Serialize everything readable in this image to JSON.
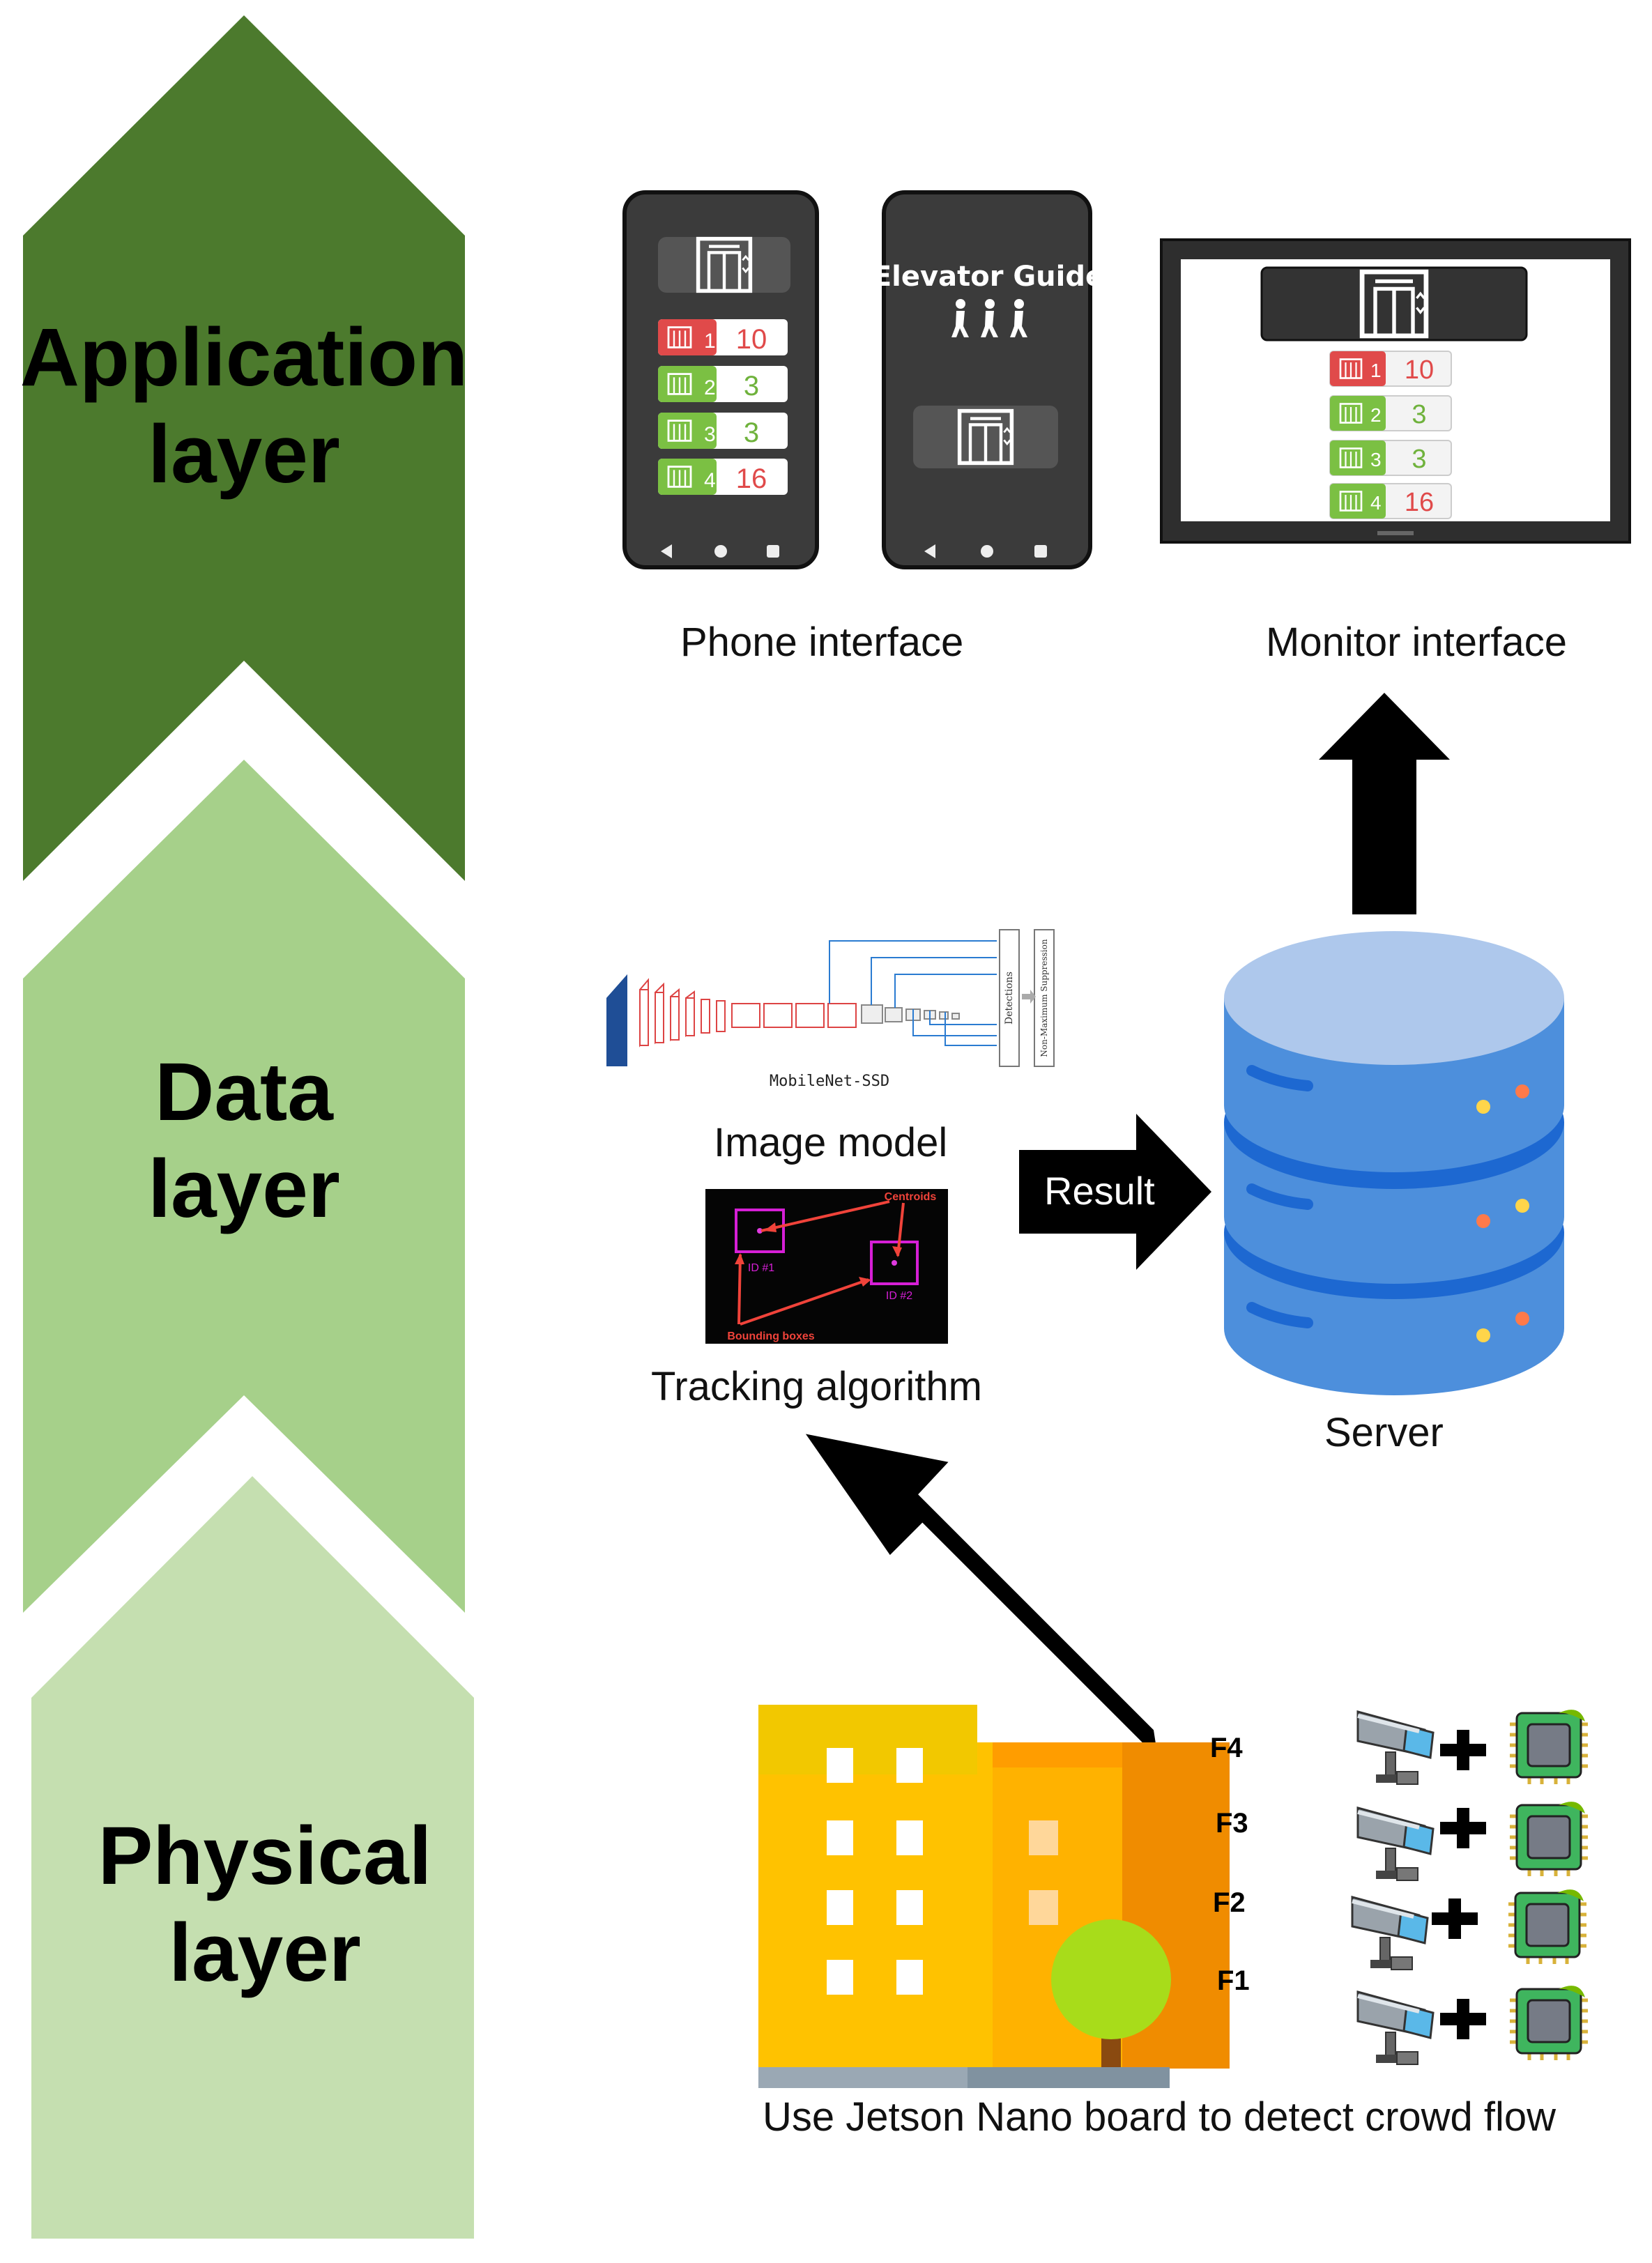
{
  "layers": {
    "application": {
      "line1": "Application",
      "line2": "layer"
    },
    "data": {
      "line1": "Data",
      "line2": "layer"
    },
    "physical": {
      "line1": "Physical",
      "line2": "layer"
    }
  },
  "captions": {
    "phone": "Phone interface",
    "monitor": "Monitor interface",
    "image_model": "Image model",
    "tracking": "Tracking algorithm",
    "server": "Server",
    "result": "Result",
    "jetson": "Use Jetson Nano board to detect crowd flow"
  },
  "phone_app": {
    "title": "Elevator Guide",
    "rows": [
      {
        "id": "1",
        "count": "10",
        "status": "busy"
      },
      {
        "id": "2",
        "count": "3",
        "status": "free"
      },
      {
        "id": "3",
        "count": "3",
        "status": "free"
      },
      {
        "id": "4",
        "count": "16",
        "status": "busy"
      }
    ]
  },
  "model_figure": {
    "name": "MobileNet-SSD",
    "detections": "Detections",
    "nms": "Non-Maximum Suppression"
  },
  "tracking_figure": {
    "centroids": "Centroids",
    "id1": "ID #1",
    "id2": "ID #2",
    "boxes": "Bounding boxes"
  },
  "floors": [
    "F4",
    "F3",
    "F2",
    "F1"
  ],
  "colors": {
    "app_layer": "#4c7a2d",
    "data_layer": "#a6d08a",
    "physical_layer": "#c5dfb0",
    "busy": "#e04a4a",
    "free": "#7bc043",
    "server": "#4d8fdc"
  }
}
